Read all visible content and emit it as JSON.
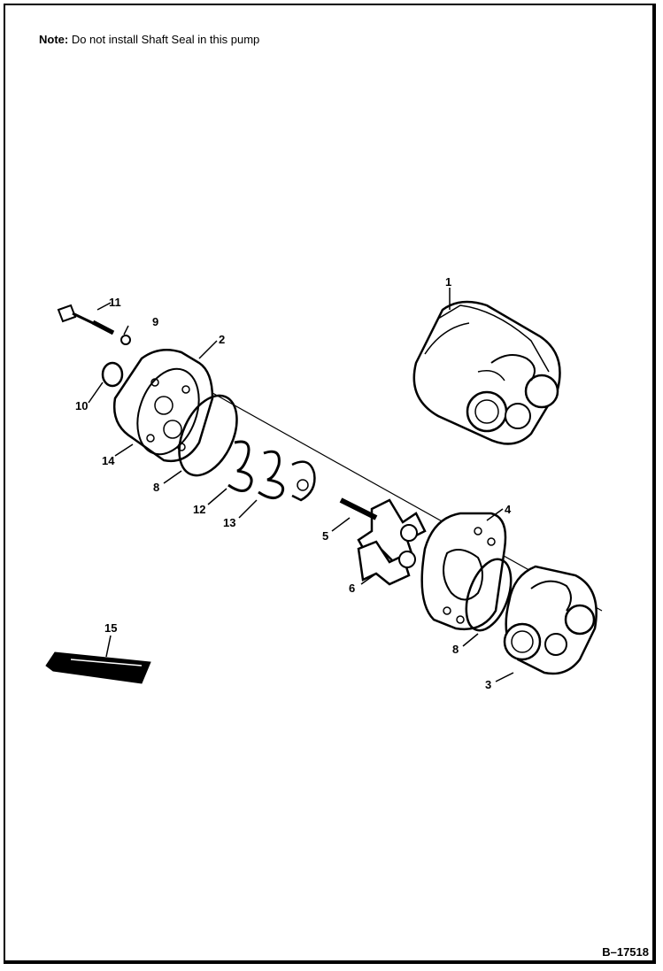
{
  "note": {
    "label": "Note:",
    "text": " Do not install Shaft Seal in this pump"
  },
  "figure_id": "B–17518",
  "callouts": [
    "1",
    "2",
    "3",
    "4",
    "5",
    "6",
    "8",
    "8",
    "9",
    "10",
    "11",
    "12",
    "13",
    "14",
    "15"
  ]
}
